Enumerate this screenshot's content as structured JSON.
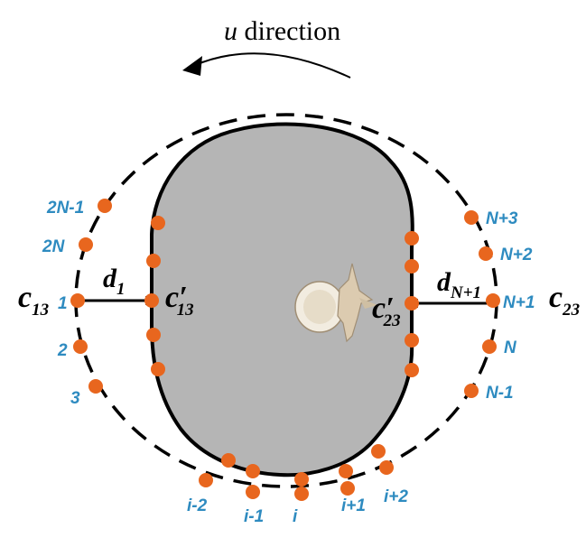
{
  "title": {
    "variable": "u",
    "text": " direction"
  },
  "colors": {
    "dot": "#e8661e",
    "body": "#b5b5b5",
    "label_blue": "#2e8bc0"
  },
  "labels": {
    "c13": {
      "main": "c",
      "sub": "13"
    },
    "c13_prime": {
      "main": "c",
      "sub": "13",
      "prime": "′"
    },
    "c23": {
      "main": "c",
      "sub": "23"
    },
    "c23_prime": {
      "main": "c",
      "sub": "23",
      "prime": "′"
    },
    "d1": {
      "main": "d",
      "sub": "1"
    },
    "dN1": {
      "main": "d",
      "sub": "N+1"
    }
  },
  "outer_labels": {
    "l_2N_1": "2N-1",
    "l_2N": "2N",
    "l_1": "1",
    "l_2": "2",
    "l_3": "3",
    "l_N3": "N+3",
    "l_N2": "N+2",
    "l_N1": "N+1",
    "l_N": "N",
    "l_Nm1": "N-1",
    "l_im2": "i-2",
    "l_im1": "i-1",
    "l_i": "i",
    "l_ip1": "i+1",
    "l_ip2": "i+2"
  },
  "icons": [
    "arrow-left-icon",
    "vertebra-icon"
  ]
}
